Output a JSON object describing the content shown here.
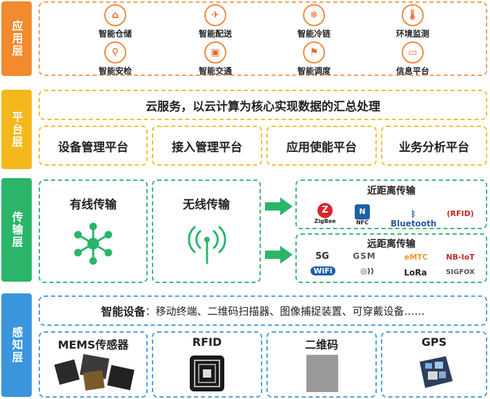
{
  "layers": {
    "application": {
      "label": "应用层",
      "color": "#f28a2e"
    },
    "platform": {
      "label": "平台层",
      "color": "#f5b81c"
    },
    "transport": {
      "label": "传输层",
      "color": "#2ab56a"
    },
    "sensing": {
      "label": "感知层",
      "color": "#3a95dc"
    }
  },
  "application": {
    "items": [
      {
        "label": "智能仓储",
        "icon": "warehouse-icon"
      },
      {
        "label": "智能配送",
        "icon": "drone-icon"
      },
      {
        "label": "智能冷链",
        "icon": "cold-chain-truck-icon"
      },
      {
        "label": "环境监测",
        "icon": "thermometer-icon"
      },
      {
        "label": "智能安检",
        "icon": "security-check-icon"
      },
      {
        "label": "智能交通",
        "icon": "bus-icon"
      },
      {
        "label": "智能调度",
        "icon": "map-pin-icon"
      },
      {
        "label": "信息平台",
        "icon": "monitor-icon"
      }
    ]
  },
  "platform": {
    "cloud_text": "云服务，以云计算为核心实现数据的汇总处理",
    "boxes": [
      "设备管理平台",
      "接入管理平台",
      "应用使能平台",
      "业务分析平台"
    ]
  },
  "transport": {
    "wired": "有线传输",
    "wireless": "无线传输",
    "short_range": {
      "title": "近距离传输",
      "logos": [
        "ZigBee",
        "NFC",
        "Bluetooth",
        "RFID"
      ]
    },
    "long_range": {
      "title": "远距离传输",
      "logos": [
        "5G",
        "GSM",
        "eMTC",
        "NB-IoT",
        "WiFi",
        "LoRa",
        "SIGFOX"
      ]
    }
  },
  "sensing": {
    "devices_label": "智能设备",
    "devices_text": "：移动终端、二维码扫描器、图像捕捉装置、可穿戴设备……",
    "items": [
      "MEMS传感器",
      "RFID",
      "二维码",
      "GPS"
    ]
  }
}
